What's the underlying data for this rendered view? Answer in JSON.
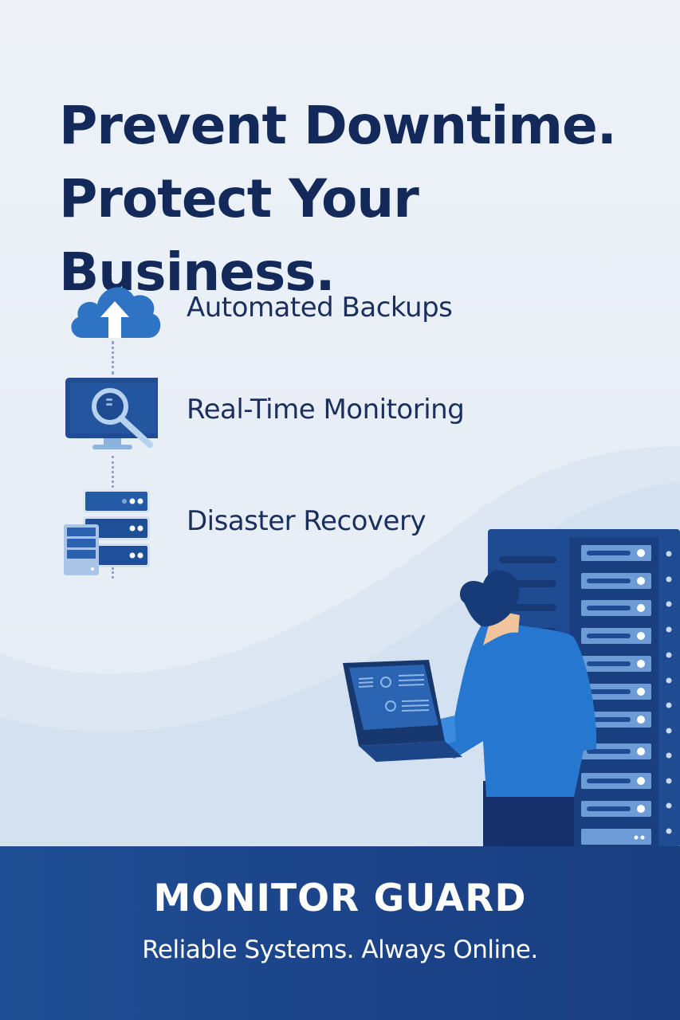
{
  "headline": {
    "line1": "Prevent Downtime.",
    "line2": "Protect Your Business."
  },
  "features": [
    {
      "icon": "cloud-upload-icon",
      "label": "Automated Backups"
    },
    {
      "icon": "monitor-magnifier-icon",
      "label": "Real-Time Monitoring"
    },
    {
      "icon": "server-stack-icon",
      "label": "Disaster Recovery"
    }
  ],
  "illustration": {
    "description": "Person holding laptop in front of server rack",
    "icons": [
      "server-rack-icon",
      "person-icon",
      "laptop-icon"
    ]
  },
  "footer": {
    "brand": "MONITOR GUARD",
    "tagline": "Reliable Systems. Always Online."
  },
  "colors": {
    "headline": "#12295a",
    "accent": "#1f66c1",
    "footer_bg": "#1c448a",
    "background": "#eef2f8"
  }
}
